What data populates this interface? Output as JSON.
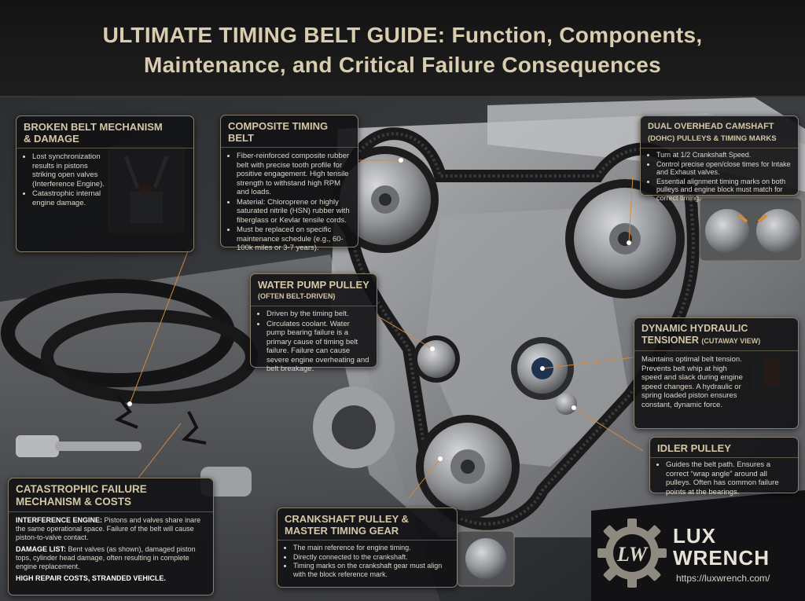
{
  "title": {
    "line1": "ULTIMATE TIMING BELT GUIDE: Function, Components,",
    "line2": "Maintenance, and Critical Failure Consequences"
  },
  "panels": {
    "broken_belt": {
      "title1": "BROKEN BELT MECHANISM",
      "title2": "& DAMAGE",
      "bullets": [
        "Lost synchronization results in pistons striking open valves (Interference Engine).",
        "Catastrophic internal engine damage."
      ]
    },
    "composite_belt": {
      "title": "COMPOSITE TIMING BELT",
      "bullets": [
        "Fiber-reinforced composite rubber belt with precise tooth profile for positive engagement. High tensile strength to withstand high RPM and loads.",
        "Material: Chloroprene or highly saturated nitrile (HSN) rubber with fiberglass or Kevlar tensile cords.",
        "Must be replaced on specific maintenance schedule (e.g., 60-100k miles or 3-7 years)."
      ]
    },
    "dohc": {
      "title1": "DUAL OVERHEAD CAMSHAFT",
      "title2": "(DOHC) PULLEYS & TIMING MARKS",
      "bullets": [
        "Turn at 1/2 Crankshaft Speed.",
        "Control precise open/close times for Intake and Exhaust valves.",
        "Essential alignment timing marks on both pulleys and engine block must match for correct timing."
      ]
    },
    "water_pump": {
      "title1": "WATER PUMP PULLEY",
      "title2": "(OFTEN BELT-DRIVEN)",
      "bullets": [
        "Driven by the timing belt.",
        "Circulates coolant. Water pump bearing failure is a primary cause of timing belt failure. Failure can cause severe engine overheating and belt breakage."
      ]
    },
    "tensioner": {
      "title1": "DYNAMIC HYDRAULIC",
      "title2": "TENSIONER",
      "title2_sub": "(CUTAWAY VIEW)",
      "text": "Maintains optimal belt tension. Prevents belt whip at high speed and slack during engine speed changes. A hydraulic or spring loaded piston ensures constant, dynamic force."
    },
    "idler": {
      "title": "IDLER PULLEY",
      "bullets": [
        "Guides the belt path. Ensures a correct “wrap angle” around all pulleys. Often has common failure points at the bearings."
      ]
    },
    "catastrophic": {
      "title1": "CATASTROPHIC FAILURE",
      "title2": "MECHANISM & COSTS",
      "p1_label": "INTERFERENCE ENGINE:",
      "p1_text": " Pistons and valves share inare the same operational space. Failure of the belt will cause piston-to-valve contact.",
      "p2_label": "DAMAGE LIST:",
      "p2_text": " Bent valves (as shown), damaged piston tops, cylinder head damage, often resulting in complete engine replacement.",
      "p3": "HIGH REPAIR COSTS, STRANDED VEHICLE."
    },
    "crankshaft": {
      "title1": "CRANKSHAFT PULLEY &",
      "title2": "MASTER TIMING GEAR",
      "bullets": [
        "The main reference for engine timing.",
        "Directly connected to the crankshaft.",
        "Timing marks on the crankshaft gear must align with the block reference mark."
      ]
    }
  },
  "brand": {
    "logo_letters": "LW",
    "name1": "LUX",
    "name2": "WRENCH",
    "url": "https://luxwrench.com/"
  },
  "colors": {
    "panel_border": "#8a806c",
    "title_gold": "#d9cdb0",
    "leader_orange": "#d68a3a"
  }
}
